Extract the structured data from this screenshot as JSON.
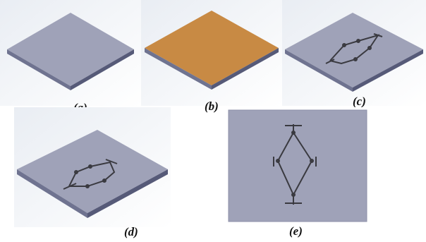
{
  "figure": {
    "panels": [
      {
        "id": "a",
        "label": "(a)",
        "material": "plain-plate",
        "color": "#9fa2b8",
        "mechanism": "none"
      },
      {
        "id": "b",
        "label": "(b)",
        "material": "coated-plate",
        "color": "#c88a44",
        "mechanism": "none"
      },
      {
        "id": "c",
        "label": "(c)",
        "material": "plain-plate",
        "color": "#9fa2b8",
        "mechanism": "diamond-linkage"
      },
      {
        "id": "d",
        "label": "(d)",
        "material": "plain-plate",
        "color": "#9fa2b8",
        "mechanism": "diamond-linkage"
      },
      {
        "id": "e",
        "label": "(e)",
        "material": "plain-plate",
        "color": "#9fa2b8",
        "mechanism": "diamond-linkage-top-view"
      }
    ]
  }
}
